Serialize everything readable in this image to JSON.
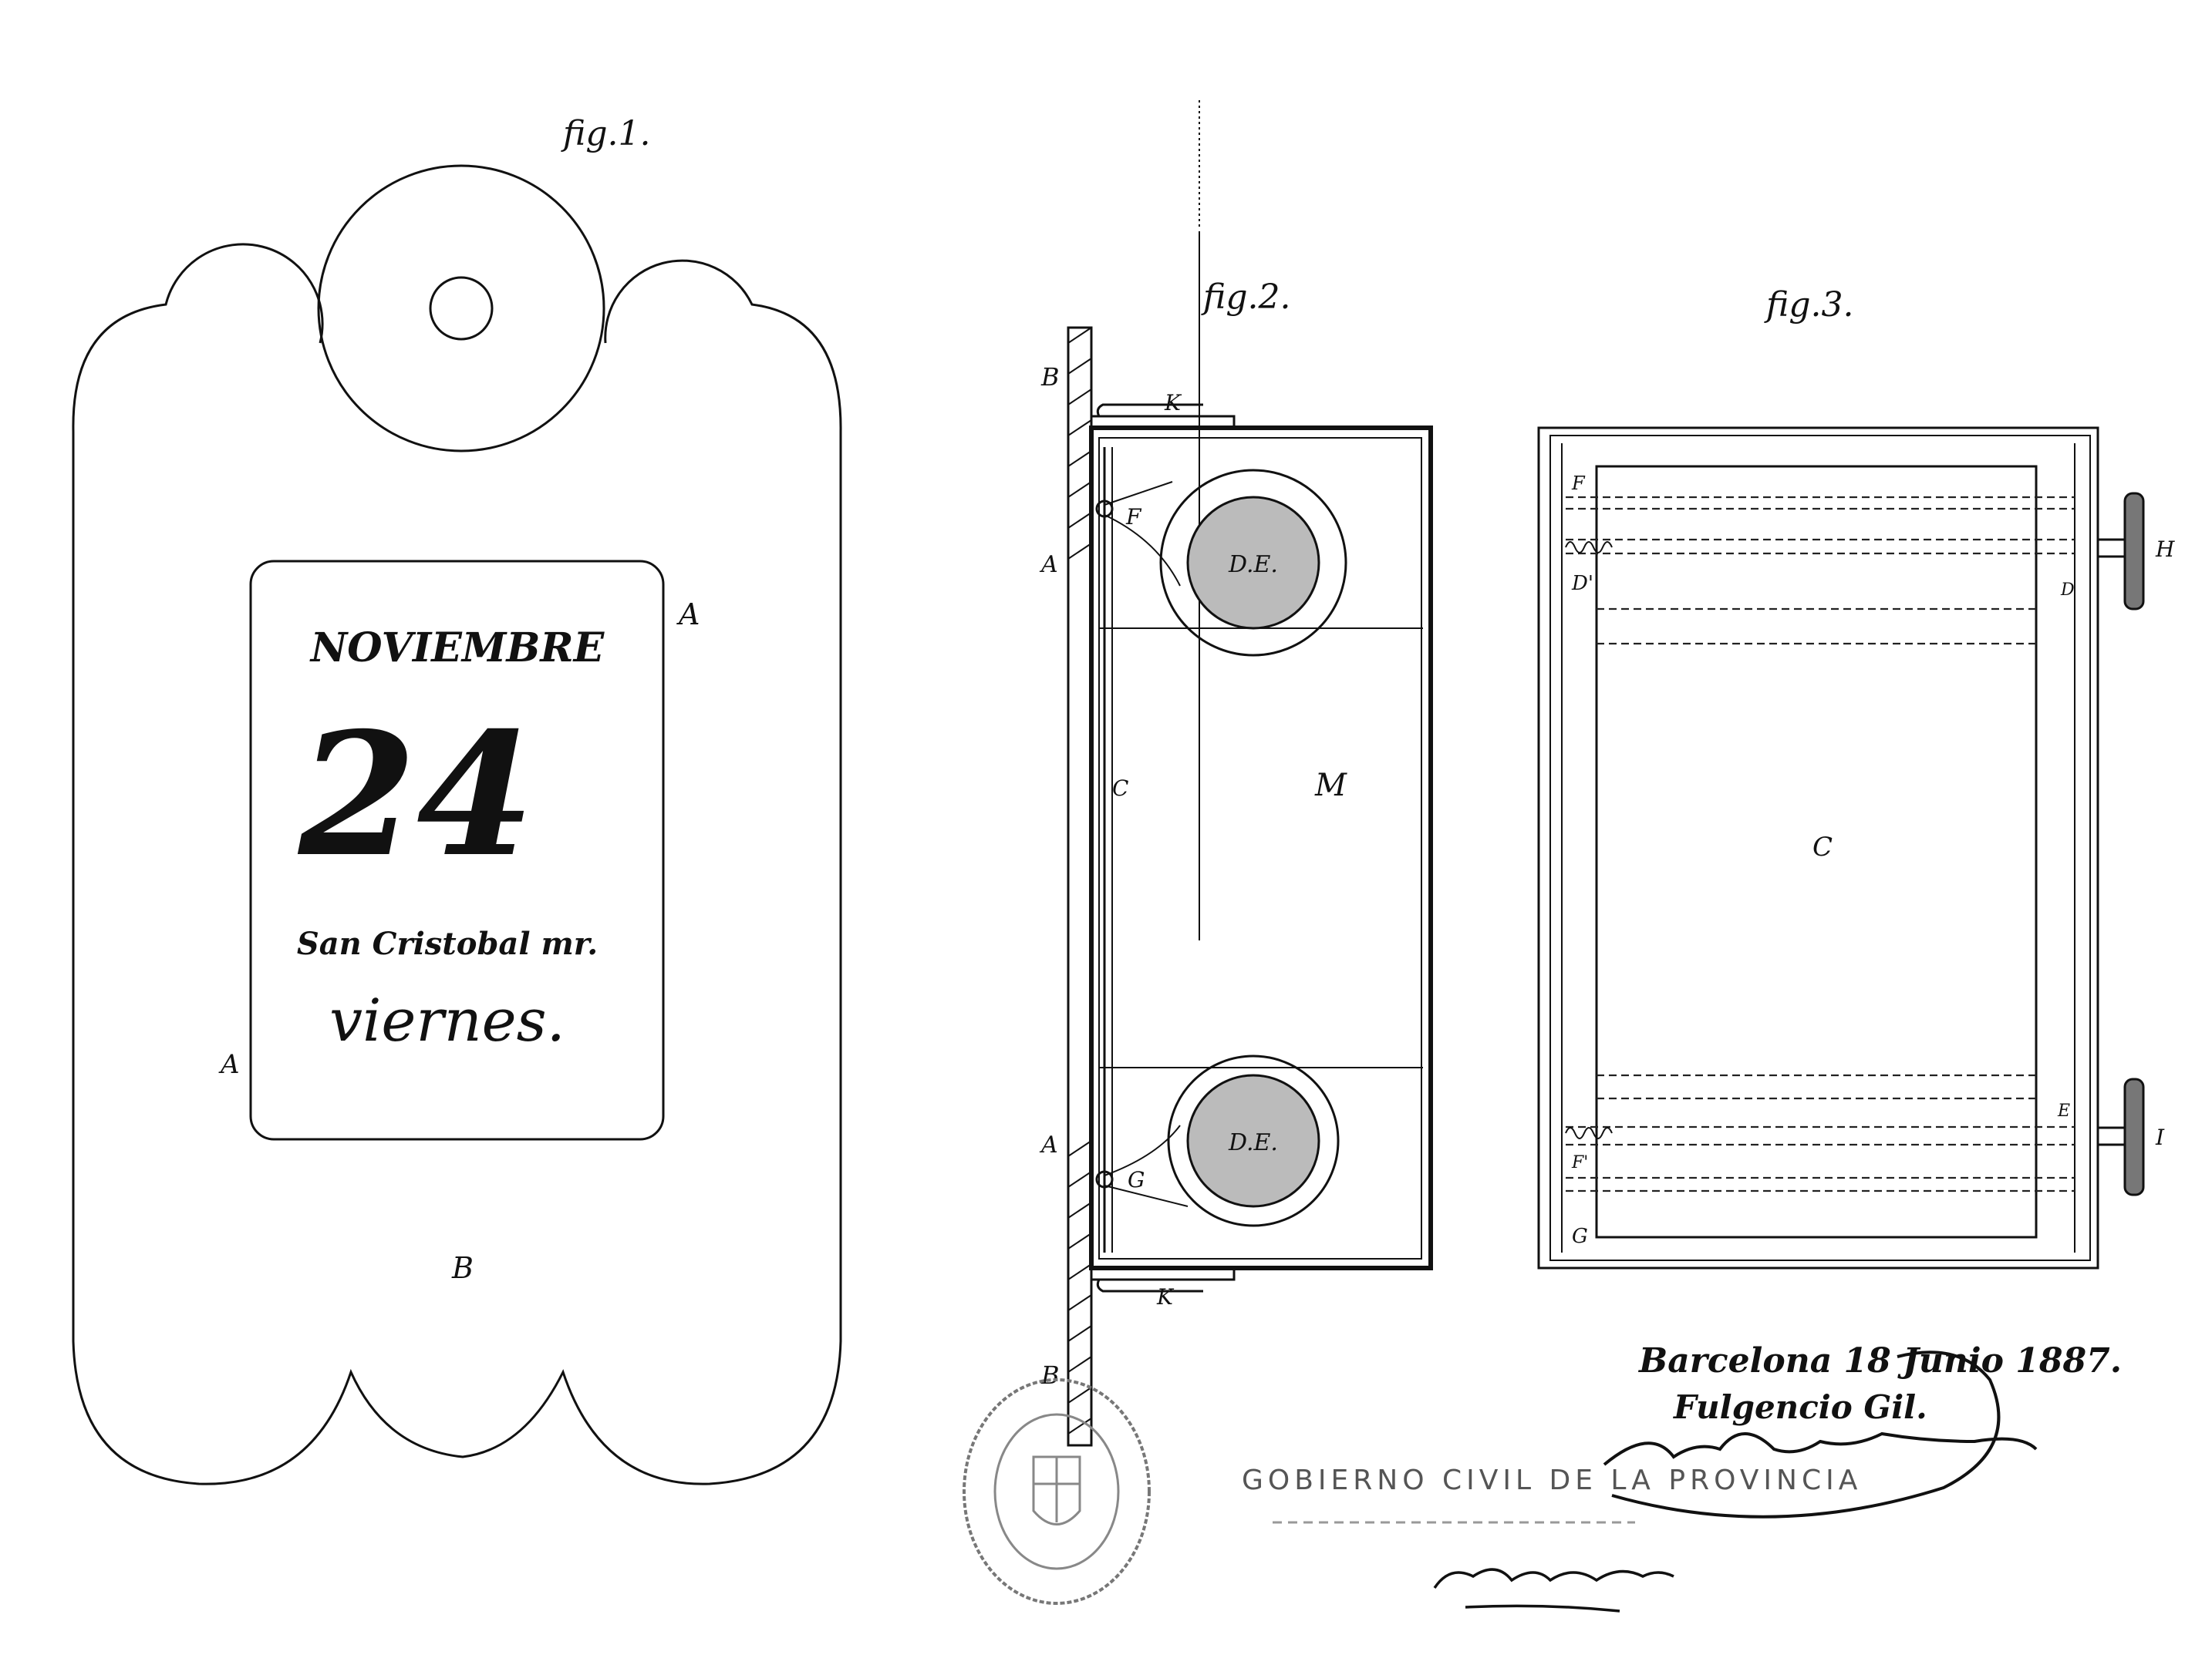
{
  "figures": {
    "fig1": "fig.1.",
    "fig2": "fig.2.",
    "fig3": "fig.3."
  },
  "calendar_card": {
    "month": "NOVIEMBRE",
    "day": "24",
    "saint": "San Cristobal mr.",
    "weekday": "viernes."
  },
  "labels": {
    "fig1": {
      "A_right": "A",
      "A_left": "A",
      "B": "B"
    },
    "fig2": {
      "B_top": "B",
      "K_top": "K",
      "A_top": "A",
      "F": "F",
      "M": "M",
      "C": "C",
      "A_bottom": "A",
      "G": "G",
      "K_bottom": "K",
      "B_bottom": "B",
      "roller_top": "D.E.",
      "roller_bottom": "D.E."
    },
    "fig3": {
      "F": "F",
      "D": "D",
      "D_prime": "D'",
      "D_right": "D",
      "H": "H",
      "C": "C",
      "E": "E",
      "F_prime": "F'",
      "I": "I",
      "G": "G"
    }
  },
  "signature_block": {
    "place_date": "Barcelona 18 Junio 1887.",
    "name": "Fulgencio Gil.",
    "stamp_text": "GOBIERNO CIVIL DE LA PROVINCIA"
  }
}
